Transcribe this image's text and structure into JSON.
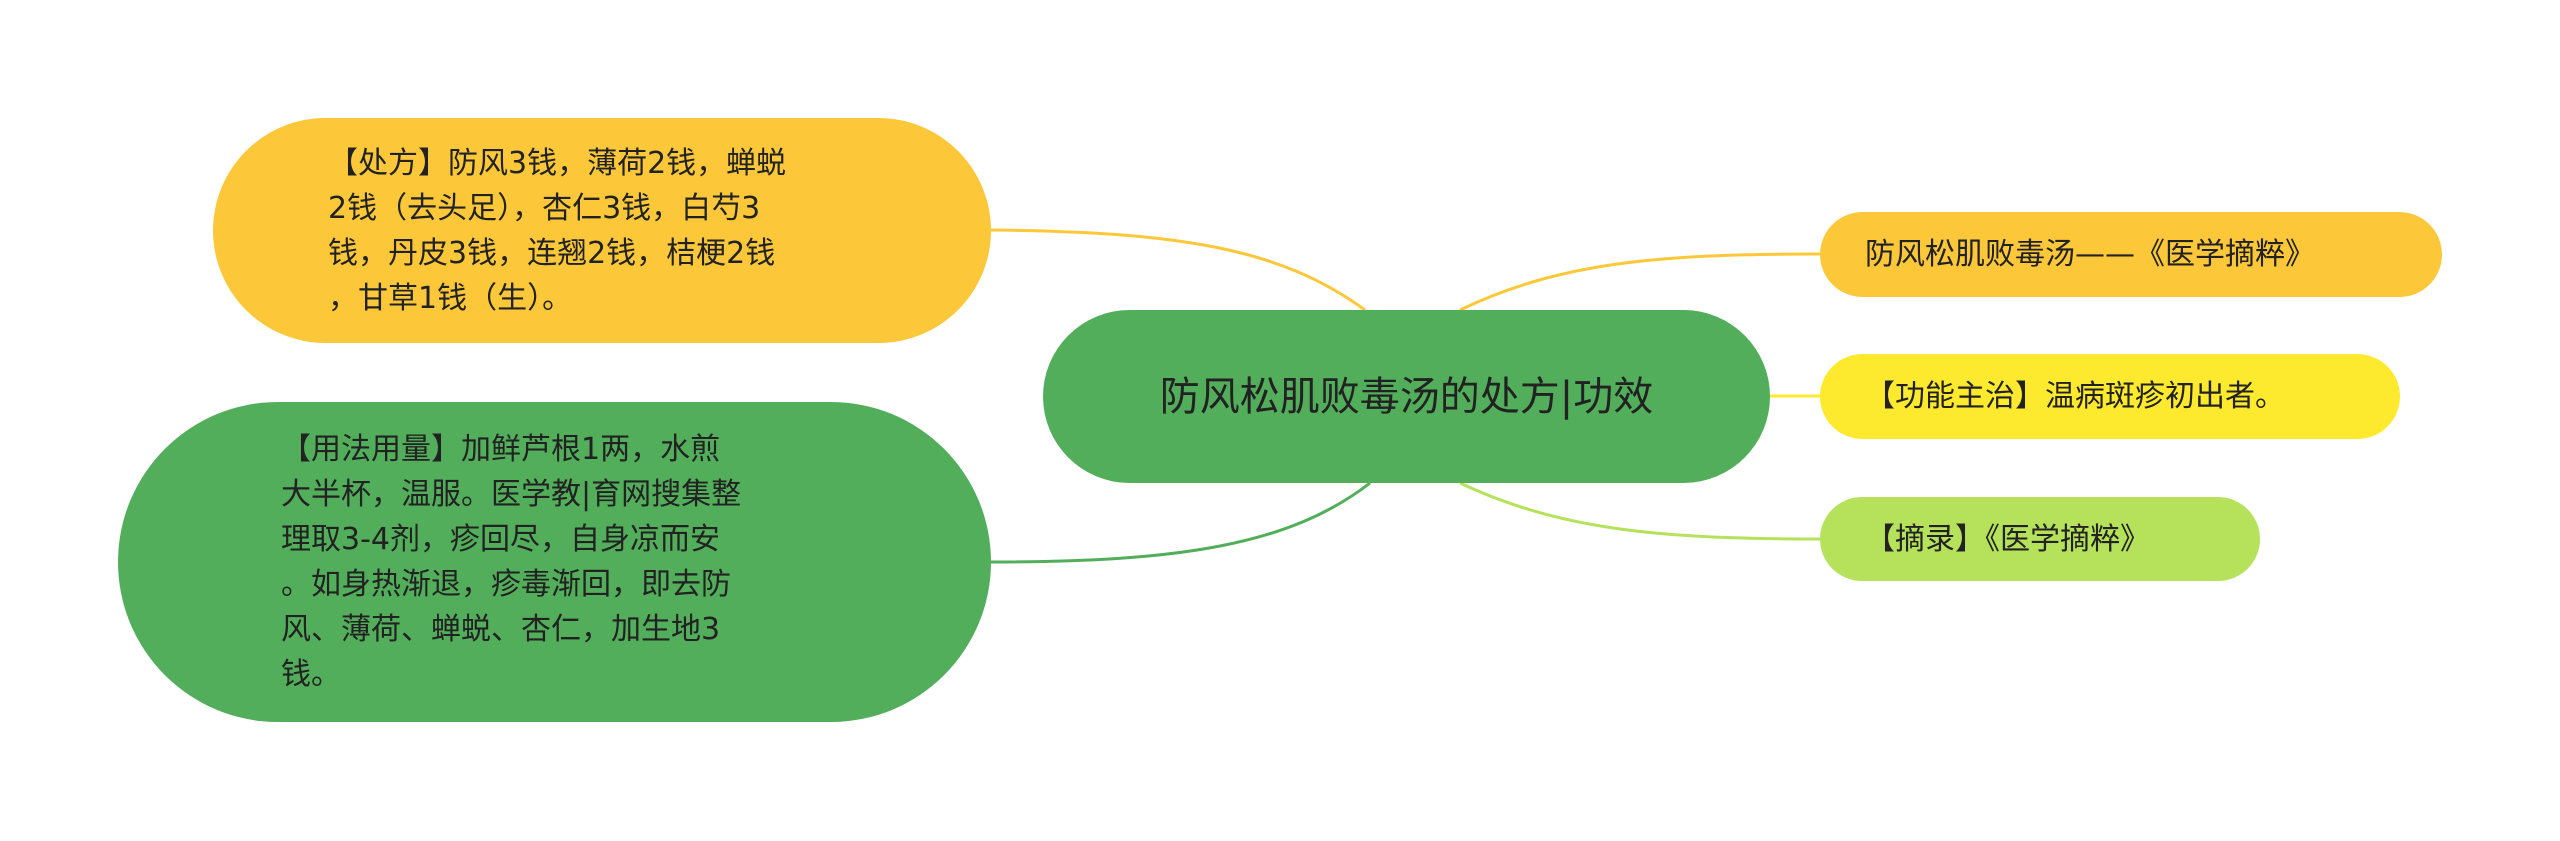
{
  "center": {
    "text": "防风松肌败毒汤的处方|功效",
    "color": "#52ae5b"
  },
  "left_nodes": [
    {
      "id": "prescription",
      "text": "【处方】防风3钱，薄荷2钱，蝉蜕\n2钱（去头足），杏仁3钱，白芍3\n钱，丹皮3钱，连翘2钱，桔梗2钱\n，甘草1钱（生）。",
      "color": "#fcc83a",
      "line_color": "#fcc83a"
    },
    {
      "id": "usage",
      "text": "【用法用量】加鲜芦根1两，水煎\n大半杯，温服。医学教|育网搜集整\n理取3-4剂，疹回尽，自身凉而安\n。如身热渐退，疹毒渐回，即去防\n风、薄荷、蝉蜕、杏仁，加生地3\n钱。",
      "color": "#52ae5b",
      "line_color": "#52ae5b"
    }
  ],
  "right_nodes": [
    {
      "id": "title",
      "text": "防风松肌败毒汤——《医学摘粹》",
      "color": "#fcc83a",
      "line_color": "#fcc83a"
    },
    {
      "id": "function",
      "text": "【功能主治】温病斑疹初出者。",
      "color": "#fdea2e",
      "line_color": "#fdea2e"
    },
    {
      "id": "excerpt",
      "text": "【摘录】《医学摘粹》",
      "color": "#b5e25a",
      "line_color": "#b5e25a"
    }
  ]
}
